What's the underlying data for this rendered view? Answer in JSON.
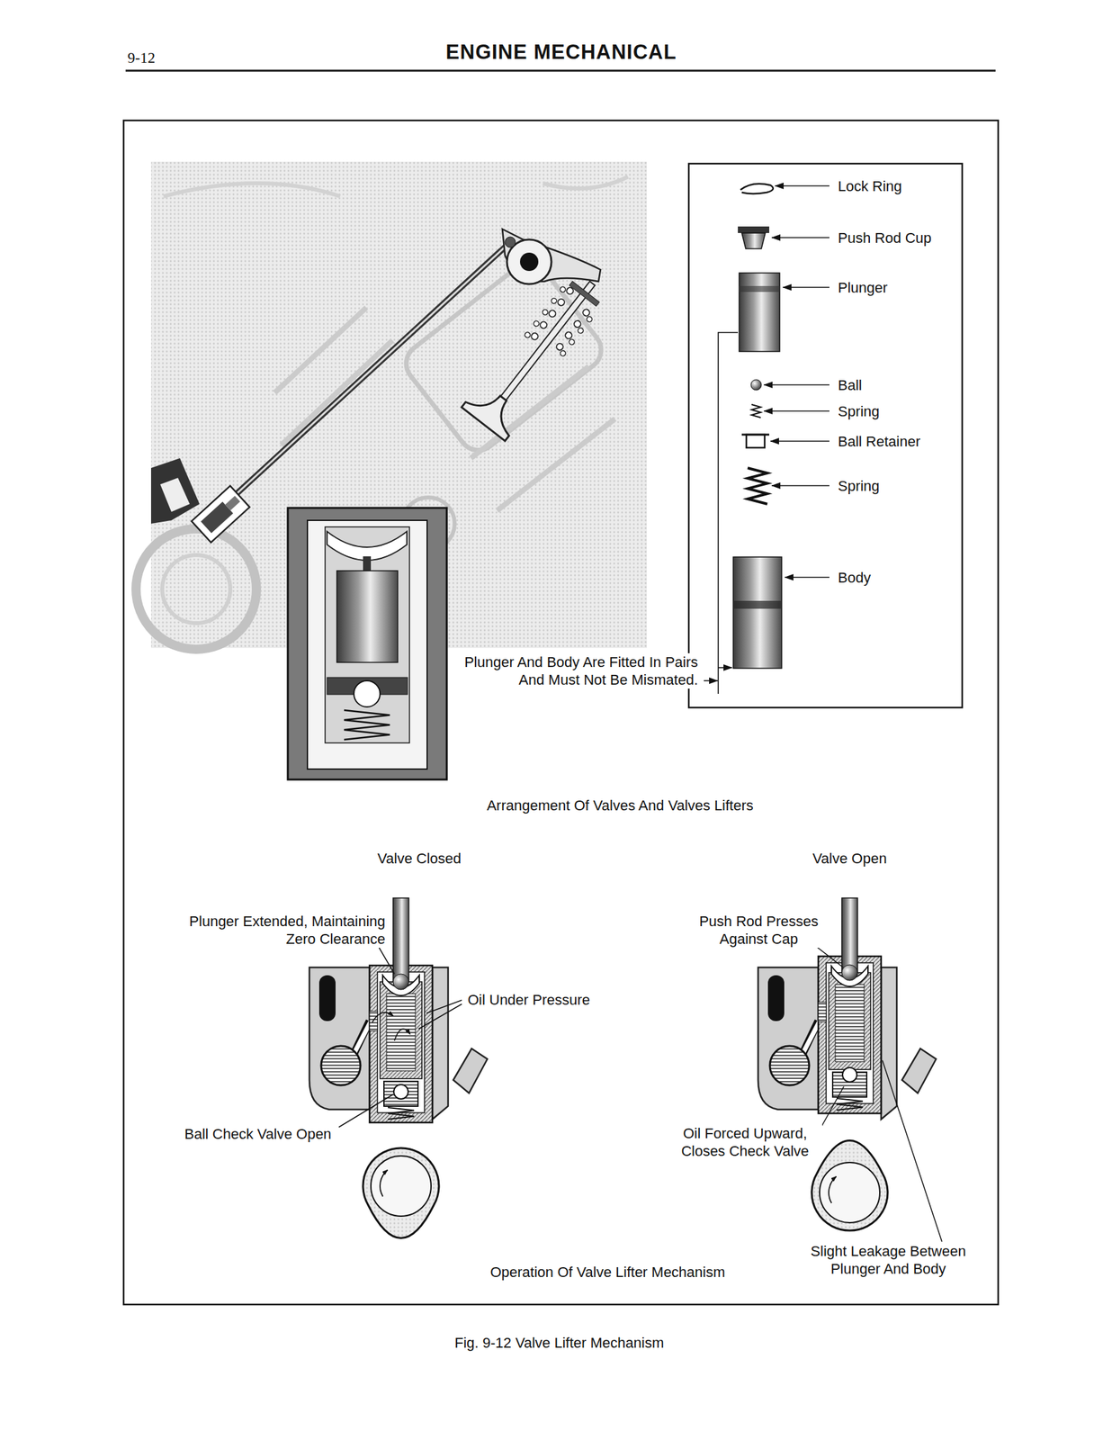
{
  "diagram": {
    "title": "ENGINE MECHANICAL",
    "caption": "Fig. 9-12 Valve Lifter Mechanism",
    "labels": [
      "9-12",
      "Lock Ring",
      "Push Rod Cup",
      "Plunger",
      "Ball",
      "Spring",
      "Ball Retainer",
      "Spring",
      "Body",
      "Plunger And Body Are Fitted In Pairs And Must Not Be Mismated.",
      "Arrangement Of Valves And Valves Lifters",
      "Valve Closed",
      "Valve Open",
      "Plunger Extended, Maintaining Zero Clearance",
      "Oil Under Pressure",
      "Ball Check Valve Open",
      "Push Rod Presses Against Cap",
      "Oil Forced Upward, Closes Check Valve",
      "Slight Leakage Between Plunger And Body",
      "Operation Of Valve Lifter Mechanism"
    ]
  }
}
